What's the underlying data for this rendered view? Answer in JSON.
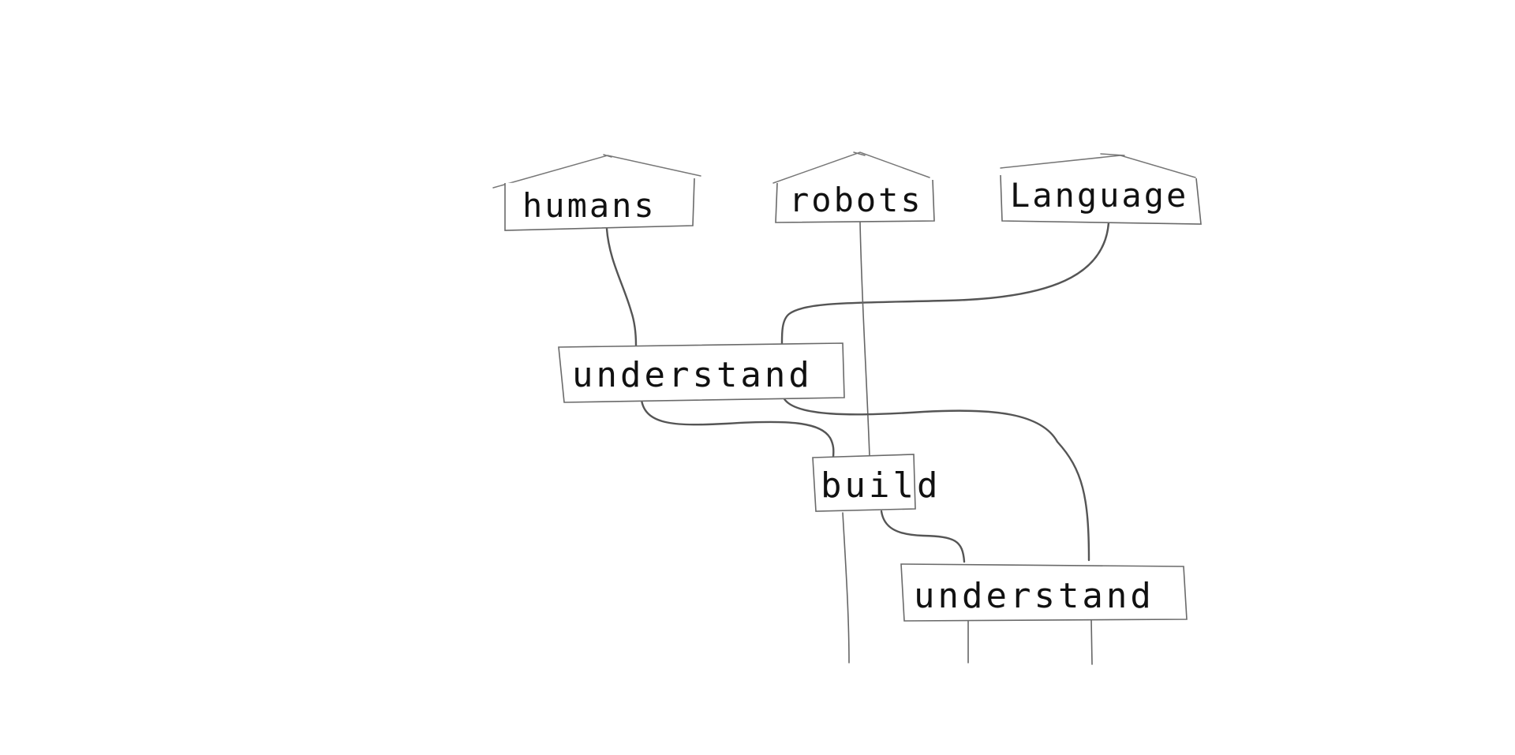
{
  "diagram": {
    "nodes": [
      {
        "id": "humans",
        "kind": "input",
        "label": "humans"
      },
      {
        "id": "robots",
        "kind": "input",
        "label": "robots"
      },
      {
        "id": "language",
        "kind": "input",
        "label": "Language"
      },
      {
        "id": "understand-1",
        "kind": "process",
        "label": "understand"
      },
      {
        "id": "build",
        "kind": "process",
        "label": "build"
      },
      {
        "id": "understand-2",
        "kind": "process",
        "label": "understand"
      }
    ],
    "edges": [
      {
        "from": "humans",
        "to": "understand-1"
      },
      {
        "from": "language",
        "to": "understand-1"
      },
      {
        "from": "robots",
        "to": "build"
      },
      {
        "from": "understand-1",
        "to": "build"
      },
      {
        "from": "understand-1",
        "to": "understand-2"
      },
      {
        "from": "build",
        "to": "understand-2"
      }
    ]
  }
}
